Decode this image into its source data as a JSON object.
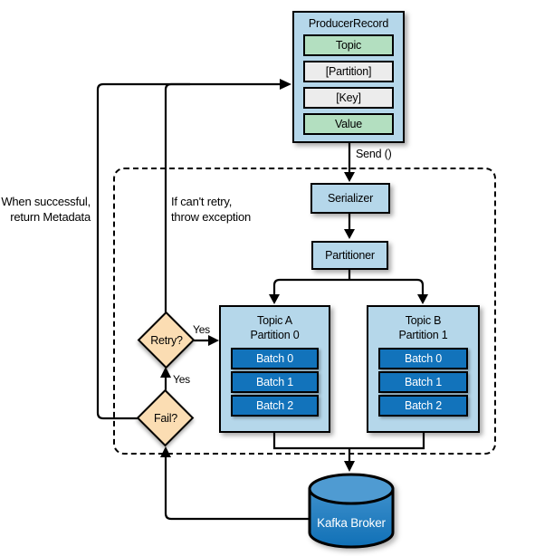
{
  "producer_record": {
    "title": "ProducerRecord",
    "rows": [
      {
        "label": "Topic",
        "style": "green"
      },
      {
        "label": "[Partition]",
        "style": "gray"
      },
      {
        "label": "[Key]",
        "style": "gray"
      },
      {
        "label": "Value",
        "style": "green"
      }
    ]
  },
  "labels": {
    "send": "Send ()",
    "serializer": "Serializer",
    "partitioner": "Partitioner",
    "broker": "Kafka Broker"
  },
  "topics": [
    {
      "title": "Topic A",
      "subtitle": "Partition 0",
      "batches": [
        "Batch 0",
        "Batch 1",
        "Batch 2"
      ]
    },
    {
      "title": "Topic B",
      "subtitle": "Partition 1",
      "batches": [
        "Batch 0",
        "Batch 1",
        "Batch 2"
      ]
    }
  ],
  "decisions": {
    "retry": "Retry?",
    "fail": "Fail?",
    "retry_yes_label": "Yes",
    "fail_yes_label": "Yes"
  },
  "annotations": {
    "success_line1": "When successful,",
    "success_line2": "return Metadata",
    "exception_line1": "If can't retry,",
    "exception_line2": "throw exception"
  },
  "colors": {
    "box_blue": "#b5d7ea",
    "batch_blue": "#1273bb",
    "record_green": "#b3dfc0",
    "record_gray": "#ececec",
    "diamond_tan": "#fbddb3",
    "cylinder_top": "#4f9bd2",
    "cylinder_body": "#1171b8",
    "line_black": "#000000"
  }
}
